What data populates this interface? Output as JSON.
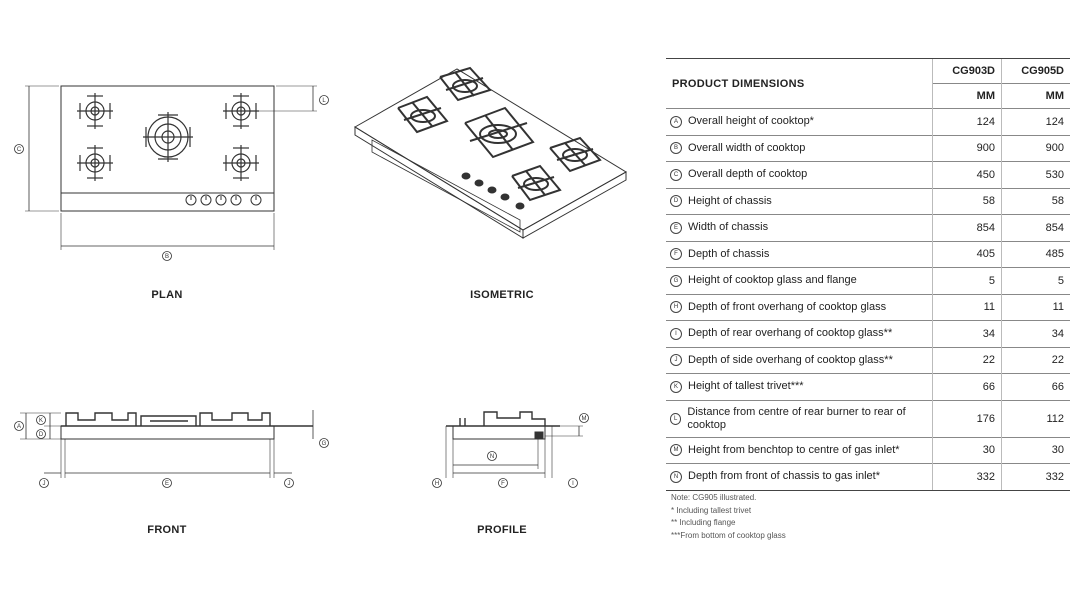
{
  "views": {
    "plan": "PLAN",
    "isometric": "ISOMETRIC",
    "front": "FRONT",
    "profile": "PROFILE"
  },
  "callouts": {
    "a": "A",
    "b": "B",
    "c": "C",
    "d": "D",
    "e": "E",
    "f": "F",
    "g": "G",
    "h": "H",
    "i": "I",
    "j": "J",
    "k": "K",
    "l": "L",
    "m": "M",
    "n": "N"
  },
  "table": {
    "title": "PRODUCT DIMENSIONS",
    "models": [
      "CG903D",
      "CG905D"
    ],
    "unit": "MM",
    "rows": [
      {
        "key": "A",
        "label": "Overall height of cooktop*",
        "cg903d": "124",
        "cg905d": "124"
      },
      {
        "key": "B",
        "label": "Overall width of cooktop",
        "cg903d": "900",
        "cg905d": "900"
      },
      {
        "key": "C",
        "label": "Overall depth of cooktop",
        "cg903d": "450",
        "cg905d": "530"
      },
      {
        "key": "D",
        "label": "Height of chassis",
        "cg903d": "58",
        "cg905d": "58"
      },
      {
        "key": "E",
        "label": "Width of chassis",
        "cg903d": "854",
        "cg905d": "854"
      },
      {
        "key": "F",
        "label": "Depth of chassis",
        "cg903d": "405",
        "cg905d": "485"
      },
      {
        "key": "G",
        "label": "Height of cooktop glass and flange",
        "cg903d": "5",
        "cg905d": "5"
      },
      {
        "key": "H",
        "label": "Depth of front overhang of cooktop glass",
        "cg903d": "11",
        "cg905d": "11"
      },
      {
        "key": "I",
        "label": "Depth of rear overhang of cooktop glass**",
        "cg903d": "34",
        "cg905d": "34"
      },
      {
        "key": "J",
        "label": "Depth of side overhang of cooktop glass**",
        "cg903d": "22",
        "cg905d": "22"
      },
      {
        "key": "K",
        "label": "Height of tallest trivet***",
        "cg903d": "66",
        "cg905d": "66"
      },
      {
        "key": "L",
        "label": "Distance from centre of rear burner to rear of cooktop",
        "cg903d": "176",
        "cg905d": "112"
      },
      {
        "key": "M",
        "label": "Height from benchtop to centre of gas inlet*",
        "cg903d": "30",
        "cg905d": "30"
      },
      {
        "key": "N",
        "label": "Depth from front of chassis to gas inlet*",
        "cg903d": "332",
        "cg905d": "332"
      }
    ]
  },
  "notes": [
    "Note: CG905 illustrated.",
    "*  Including tallest trivet",
    "** Including flange",
    "***From bottom of cooktop glass"
  ]
}
